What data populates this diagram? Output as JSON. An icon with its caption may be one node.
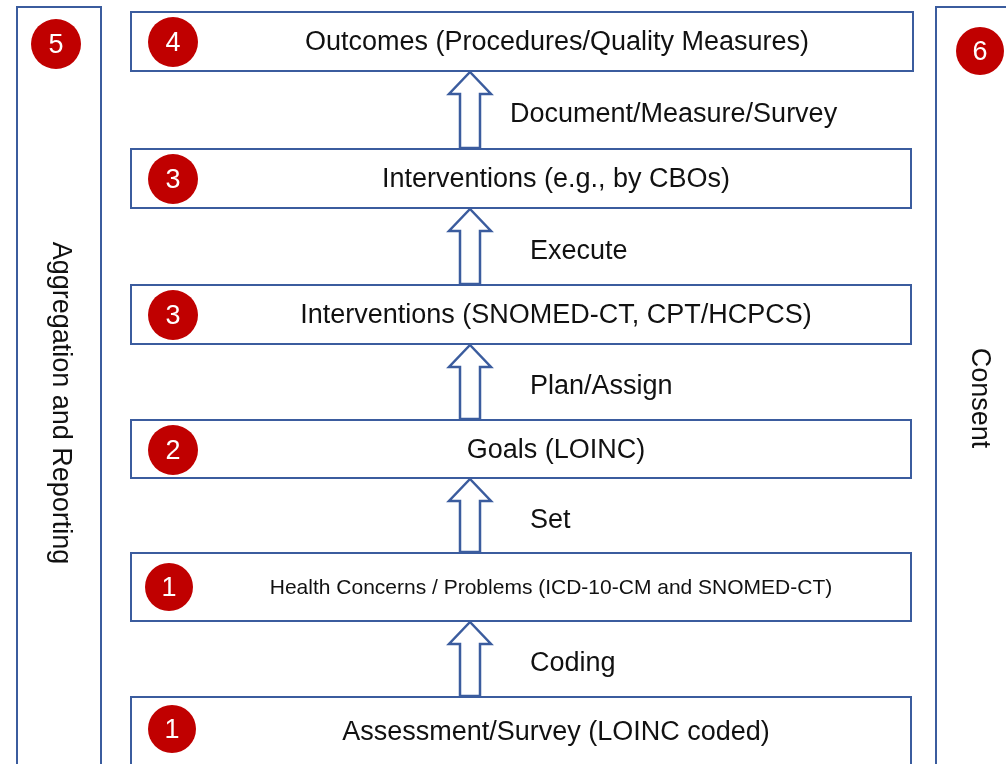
{
  "diagram": {
    "nodes": [
      {
        "text": [
          "Aggregation and Reporting"
        ]
      },
      {
        "text": [
          "5"
        ],
        "in": 0
      },
      {
        "text": [
          "Outcomes (Procedures/Quality Measures)"
        ]
      },
      {
        "text": [
          "4"
        ],
        "in": 2
      },
      {
        "text": [
          "Interventions (e.g., by CBOs)"
        ]
      },
      {
        "text": [
          "3"
        ],
        "in": 4
      },
      {
        "text": [
          "Interventions (SNOMED-CT, CPT/HCPCS)"
        ]
      },
      {
        "text": [
          "3"
        ],
        "in": 6
      },
      {
        "text": [
          "Goals (LOINC)"
        ]
      },
      {
        "text": [
          "2"
        ],
        "in": 8
      },
      {
        "text": [
          "Health Concerns / Problems (ICD-10-CM and SNOMED-CT)"
        ]
      },
      {
        "text": [
          "1"
        ],
        "in": 10
      },
      {
        "text": [
          "Assessment/Survey (LOINC coded)"
        ]
      },
      {
        "text": [
          "1"
        ],
        "in": 12
      },
      {
        "text": [
          "Consent"
        ]
      },
      {
        "text": [
          "6"
        ],
        "in": 14
      }
    ],
    "edges": [
      {
        "from": 12,
        "to": 10,
        "arrow": "to",
        "label": "Coding"
      },
      {
        "from": 10,
        "to": 8,
        "arrow": "to",
        "label": "Set"
      },
      {
        "from": 8,
        "to": 6,
        "arrow": "to",
        "label": "Plan/Assign"
      },
      {
        "from": 6,
        "to": 4,
        "arrow": "to",
        "label": "Execute"
      },
      {
        "from": 4,
        "to": 2,
        "arrow": "to",
        "label": "Document/Measure/Survey"
      }
    ]
  }
}
